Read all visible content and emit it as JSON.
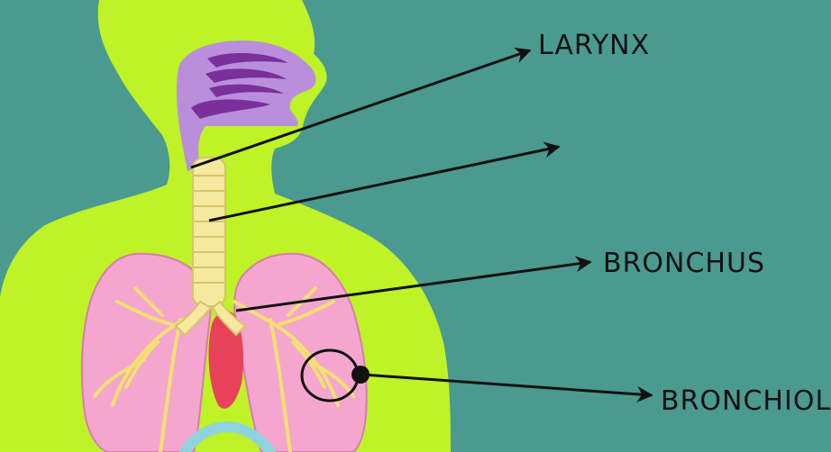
{
  "colors": {
    "background": "#4a9a90",
    "body": "#bff227",
    "airway": "#b98fdc",
    "airway_dark": "#7a2f9a",
    "trachea": "#f5e9a0",
    "trachea_outline": "#d6c46a",
    "lung": "#f5a6cf",
    "lung_outline": "#d97bb0",
    "bronchi": "#f3df73",
    "heart": "#e8425a",
    "diaphragm": "#8fd3dc",
    "ink": "#111111"
  },
  "labels": {
    "larynx": "LARYNX",
    "trachea": "",
    "bronchus": "BRONCHUS",
    "bronchioles": "BRONCHIOLES"
  }
}
